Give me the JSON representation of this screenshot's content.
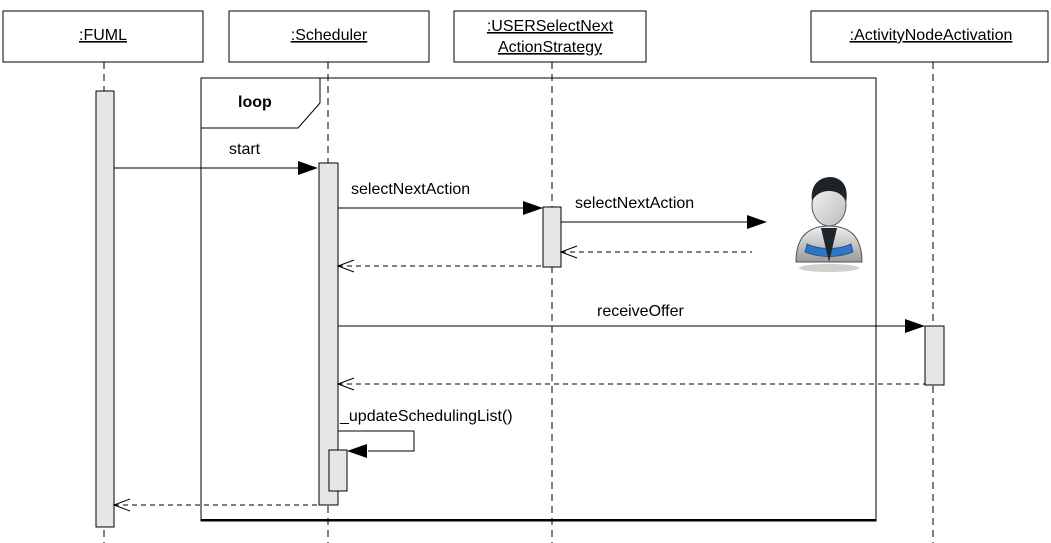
{
  "lifelines": [
    {
      "id": "fuml",
      "name": ":FUML"
    },
    {
      "id": "scheduler",
      "name": ":Scheduler"
    },
    {
      "id": "strategy",
      "name_line1": ":USERSelectNext",
      "name_line2": "ActionStrategy"
    },
    {
      "id": "activation",
      "name": ":ActivityNodeActivation"
    }
  ],
  "fragment": {
    "operator": "loop"
  },
  "messages": [
    {
      "id": "start",
      "label": "start"
    },
    {
      "id": "select1",
      "label": "selectNextAction"
    },
    {
      "id": "select2",
      "label": "selectNextAction"
    },
    {
      "id": "receive",
      "label": "receiveOffer"
    },
    {
      "id": "update",
      "label": "_updateSchedulingList()"
    }
  ]
}
